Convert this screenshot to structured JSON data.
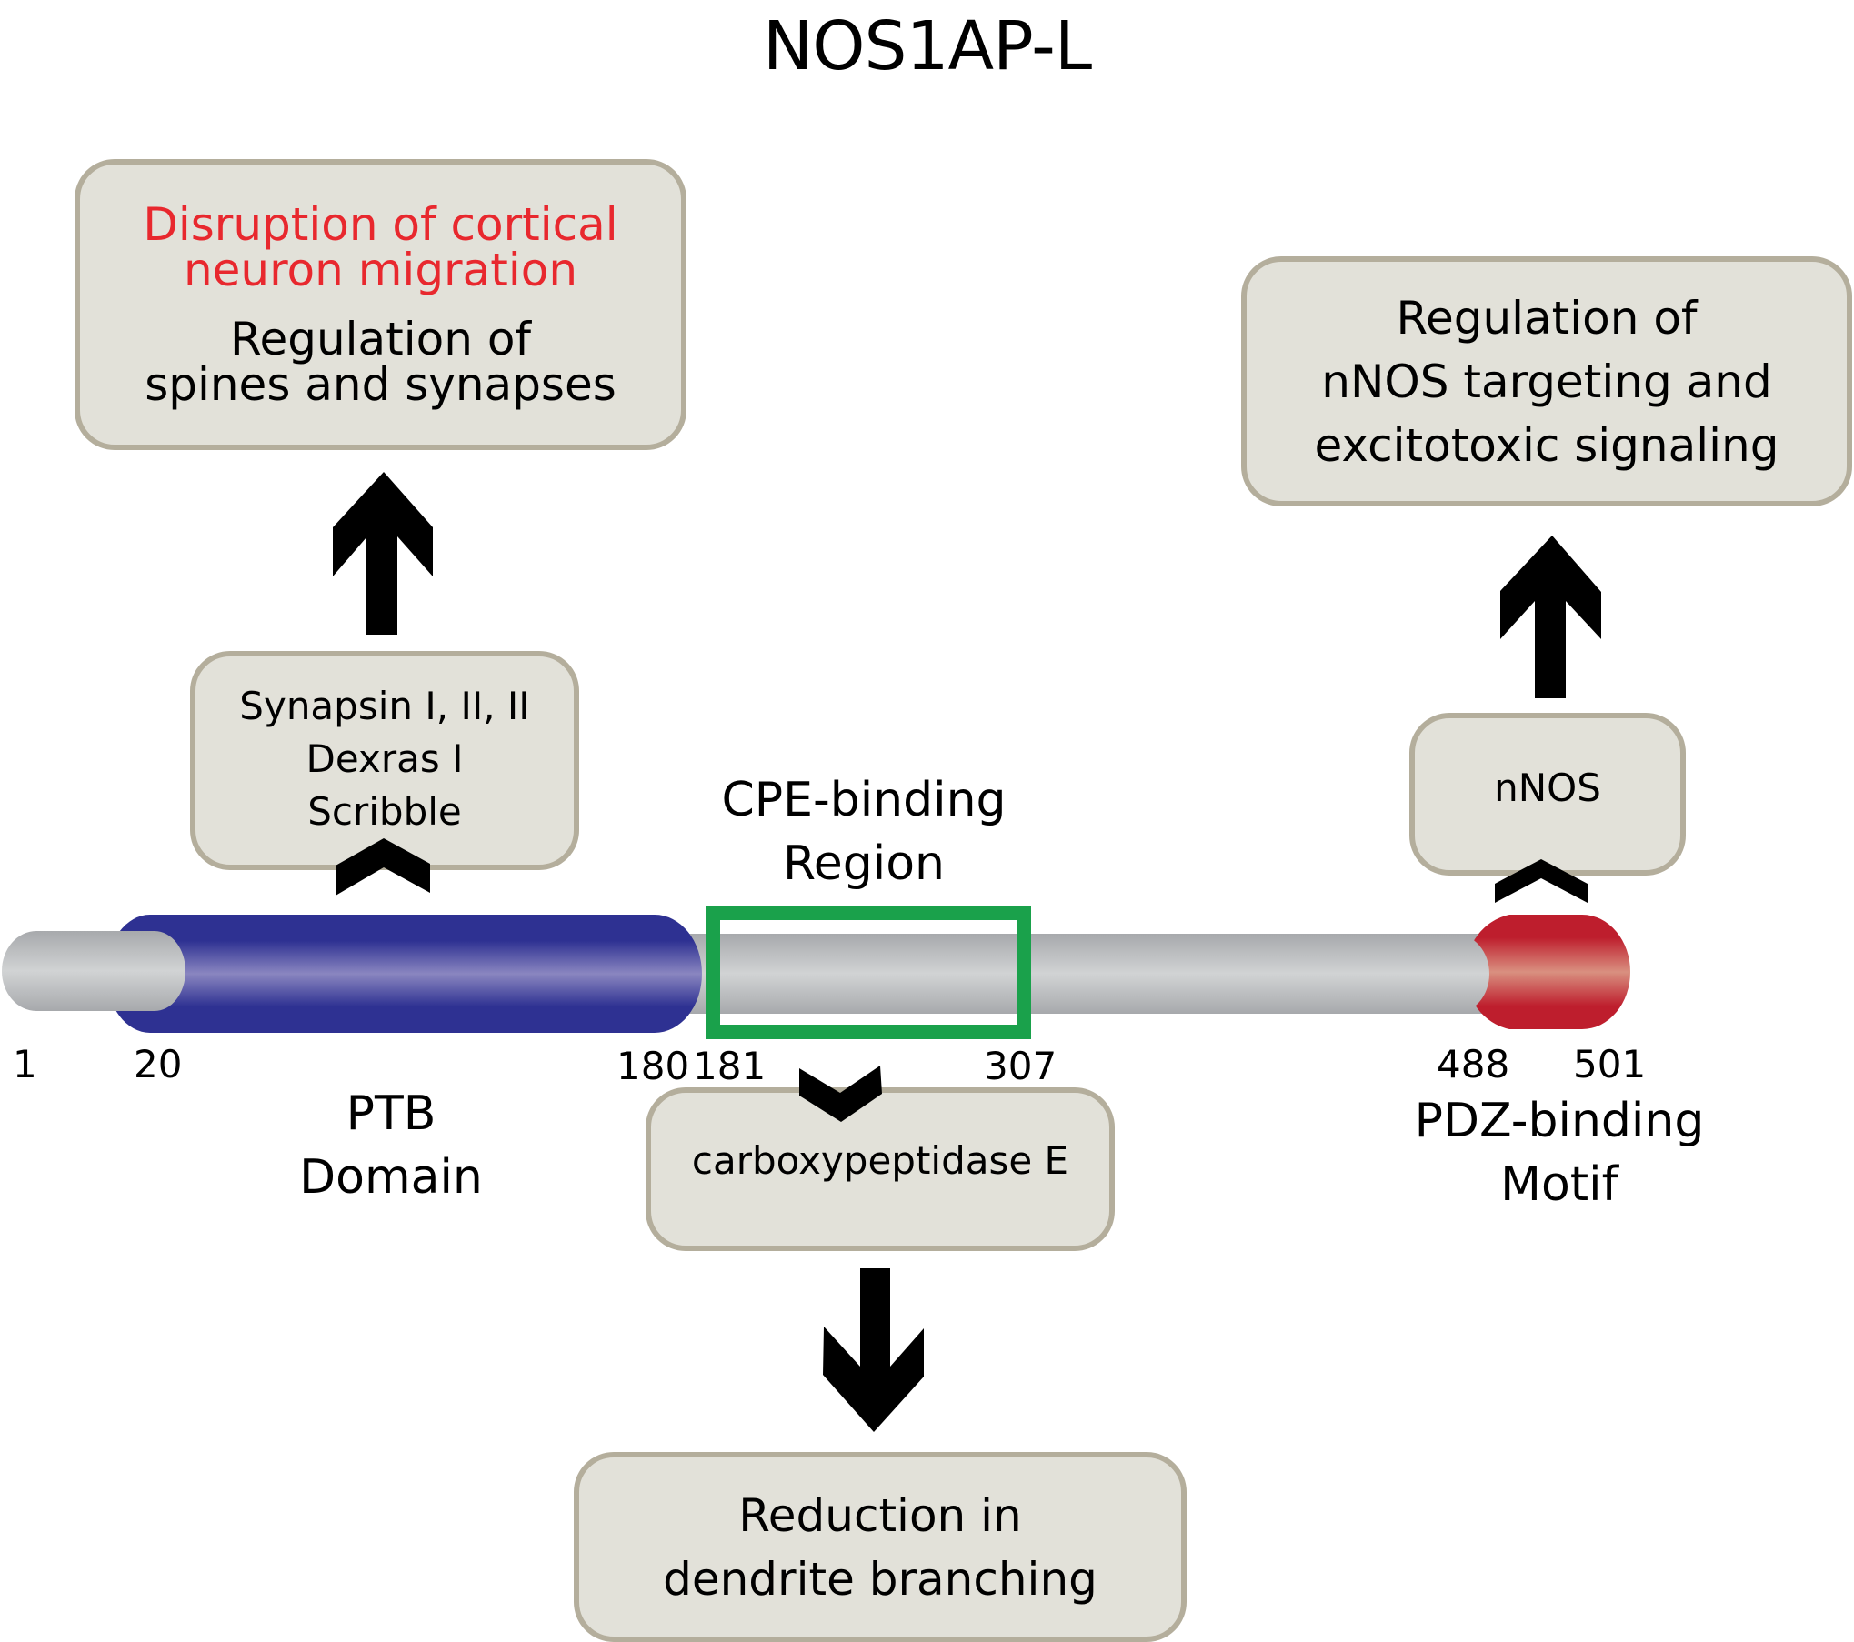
{
  "title": "NOS1AP-L",
  "protein": {
    "name": "NOS1AP-L",
    "length": 501,
    "domains": [
      {
        "id": "ptb",
        "label_lines": [
          "PTB",
          "Domain"
        ],
        "start": 20,
        "end": 180,
        "color": "#2e3192"
      },
      {
        "id": "cpe",
        "label_lines": [
          "CPE-binding",
          "Region"
        ],
        "start": 181,
        "end": 307,
        "color": "#1aa14b"
      },
      {
        "id": "pdz",
        "label_lines": [
          "PDZ-binding",
          "Motif"
        ],
        "start": 488,
        "end": 501,
        "color": "#be1e2d"
      }
    ],
    "backbone_color": "#c8c9cb",
    "position_labels": [
      "1",
      "20",
      "180",
      "181",
      "307",
      "488",
      "501"
    ]
  },
  "boxes": {
    "ptb_partners": {
      "lines": [
        "Synapsin I, II, II",
        "Dexras I",
        "Scribble"
      ]
    },
    "ptb_effect": {
      "red_lines": [
        "Disruption of cortical",
        "neuron migration"
      ],
      "lines": [
        "Regulation of",
        "spines and synapses"
      ]
    },
    "pdz_partner": {
      "lines": [
        "nNOS"
      ]
    },
    "pdz_effect": {
      "lines": [
        "Regulation of",
        "nNOS targeting and",
        "excitotoxic signaling"
      ]
    },
    "cpe_partner": {
      "lines": [
        "carboxypeptidase E"
      ]
    },
    "cpe_effect": {
      "lines": [
        "Reduction in",
        "dendrite branching"
      ]
    }
  },
  "colors": {
    "box_fill": "#e2e1d9",
    "box_border": "#b4ae9c",
    "highlight_text": "#e8282e",
    "arrow": "#000000"
  }
}
